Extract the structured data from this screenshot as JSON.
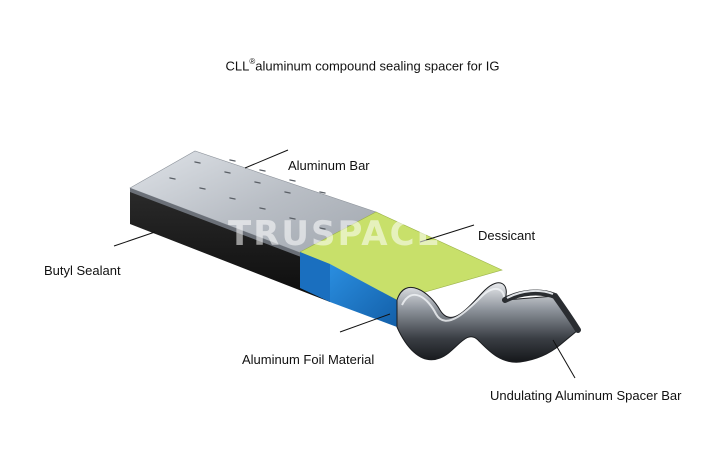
{
  "title": {
    "prefix": "CLL",
    "mark": "®",
    "suffix": "aluminum compound sealing spacer for IG"
  },
  "labels": {
    "aluminum_bar": "Aluminum Bar",
    "dessicant": "Dessicant",
    "butyl_sealant": "Butyl Sealant",
    "aluminum_foil": "Aluminum Foil Material",
    "undulating_bar": "Undulating Aluminum Spacer Bar"
  },
  "watermark": "TRUSPACE",
  "colors": {
    "aluminum": "#c4c9cf",
    "butyl": "#1a1a1a",
    "dessicant": "#c8e06a",
    "foil": "#1f7ecf"
  }
}
